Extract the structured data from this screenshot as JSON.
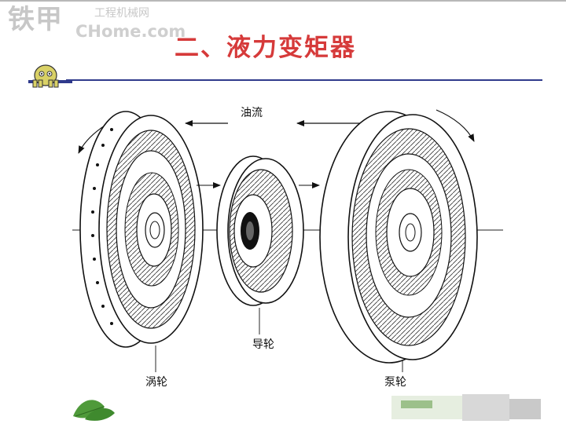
{
  "watermark": {
    "brand_cn": "铁甲",
    "brand_en": "CHome.com",
    "brand_sub": "工程机械网"
  },
  "slide": {
    "title": "二、液力变矩器"
  },
  "labels": {
    "oil_flow": "油流",
    "stator": "导轮",
    "turbine": "涡轮",
    "pump": "泵轮"
  },
  "colors": {
    "title": "#d63a3a",
    "rule": "#2f3a8c",
    "ink": "#111111"
  }
}
